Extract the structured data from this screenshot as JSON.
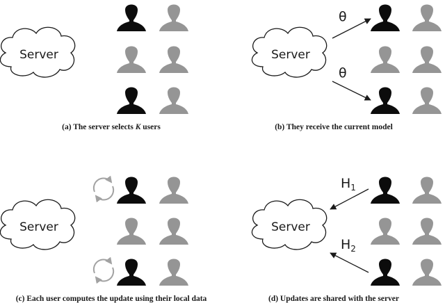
{
  "colors": {
    "active_user": "#0c0c0c",
    "inactive_user": "#959595",
    "outline": "#1a1a1a",
    "refresh_arrows": "#a2a2a2"
  },
  "icons": {
    "cloud": "cloud-icon",
    "user": "user-silhouette-icon",
    "refresh": "refresh-cycle-icon",
    "arrow": "arrow-icon"
  },
  "panels": [
    {
      "id": "a",
      "server_label": "Server",
      "caption_prefix": "(a) The server selects ",
      "caption_var": "K",
      "caption_suffix": " users",
      "active_rows": [
        0,
        2
      ]
    },
    {
      "id": "b",
      "server_label": "Server",
      "caption": "(b) They receive the current model",
      "arrow_labels": [
        "θ",
        "θ"
      ],
      "active_rows": [
        0,
        2
      ]
    },
    {
      "id": "c",
      "server_label": "Server",
      "caption": "(c) Each user computes the update using their local data",
      "active_rows": [
        0,
        2
      ]
    },
    {
      "id": "d",
      "server_label": "Server",
      "caption": "(d) Updates are shared with the server",
      "arrow_labels": [
        {
          "base": "H",
          "sub": "1"
        },
        {
          "base": "H",
          "sub": "2"
        }
      ],
      "active_rows": [
        0,
        2
      ]
    }
  ]
}
